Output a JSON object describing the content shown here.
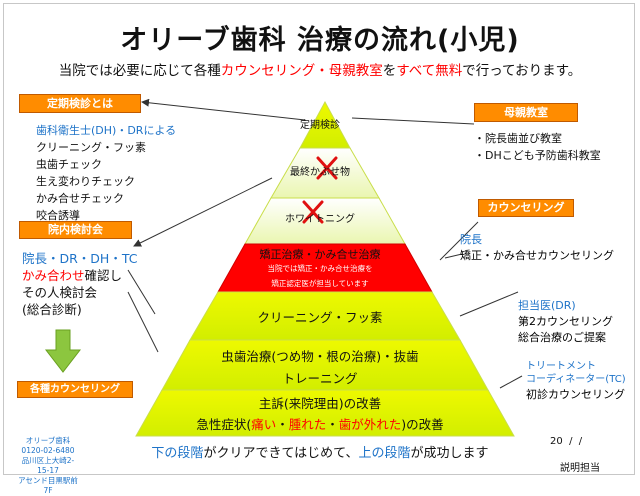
{
  "title": "オリーブ歯科 治療の流れ(小児)",
  "subtitle": {
    "p1": "当院では必要に応じて各種",
    "p2": "カウンセリング・母親教室",
    "p3": "を",
    "p4": "すべて無料",
    "p5": "で行っております。"
  },
  "left": {
    "checkup_header": "定期検診とは",
    "checkup_items": [
      "歯科衛生士(DH)・DRによる",
      "クリーニング・フッ素",
      "虫歯チェック",
      "生え変わりチェック",
      "かみ合せチェック",
      "咬合誘導"
    ],
    "review_header": "院内検討会",
    "review_line1": "院長・DR・DH・TC",
    "review_line2a": "かみ合わせ",
    "review_line2b": "確認し",
    "review_line3": "その人検討会",
    "review_line4": "(総合診断)",
    "counsel_header": "各種カウンセリング"
  },
  "clinic": {
    "name": "オリーブ歯科",
    "phone": "0120-02-6480",
    "addr1": "品川区上大崎2-15-17",
    "addr2": "アセンド目黒駅前7F"
  },
  "pyramid": {
    "tier1": "定期検診",
    "tier2": "最終かぶせ物",
    "tier3": "ホワイトニング",
    "tier4_title": "矯正治療・かみ合せ治療",
    "tier4_note1": "当院では矯正・かみ合せ治療を",
    "tier4_note2": "矯正認定医が担当しています",
    "tier5": "クリーニング・フッ素",
    "tier6_line1": "虫歯治療(つめ物・根の治療)・抜歯",
    "tier6_line2": "トレーニング",
    "tier7_line1": "主訴(来院理由)の改善",
    "tier7_line2_a": "急性症状(",
    "tier7_line2_b": "痛い",
    "tier7_line2_c": "・",
    "tier7_line2_d": "腫れた",
    "tier7_line2_e": "・",
    "tier7_line2_f": "歯が外れた",
    "tier7_line2_g": ")の改善"
  },
  "right": {
    "mother_header": "母親教室",
    "mother_items": [
      "院長歯並び教室",
      "DHこども予防歯科教室"
    ],
    "counsel_header": "カウンセリング",
    "director_title": "院長",
    "director_desc": "矯正・かみ合せカウンセリング",
    "dr_title": "担当医(DR)",
    "dr_items": [
      "第2カウンセリング",
      "総合治療のご提案"
    ],
    "tc_title1": "トリートメント",
    "tc_title2": "コーディネーター(TC)",
    "tc_desc": "初診カウンセリング"
  },
  "footer": {
    "p1": "下の段階",
    "p2": "がクリアできてはじめて、",
    "p3": "上の段階",
    "p4": "が成功します",
    "date": "20  /  /",
    "staff": "説明担当"
  },
  "colors": {
    "pyramid_green": "#e0f400",
    "pyramid_pale": "#f0f8c0",
    "pyramid_red": "#ff0000",
    "box_orange": "#ff8c00",
    "text_blue": "#1e73c8",
    "arrow_green": "#8cc63f"
  }
}
